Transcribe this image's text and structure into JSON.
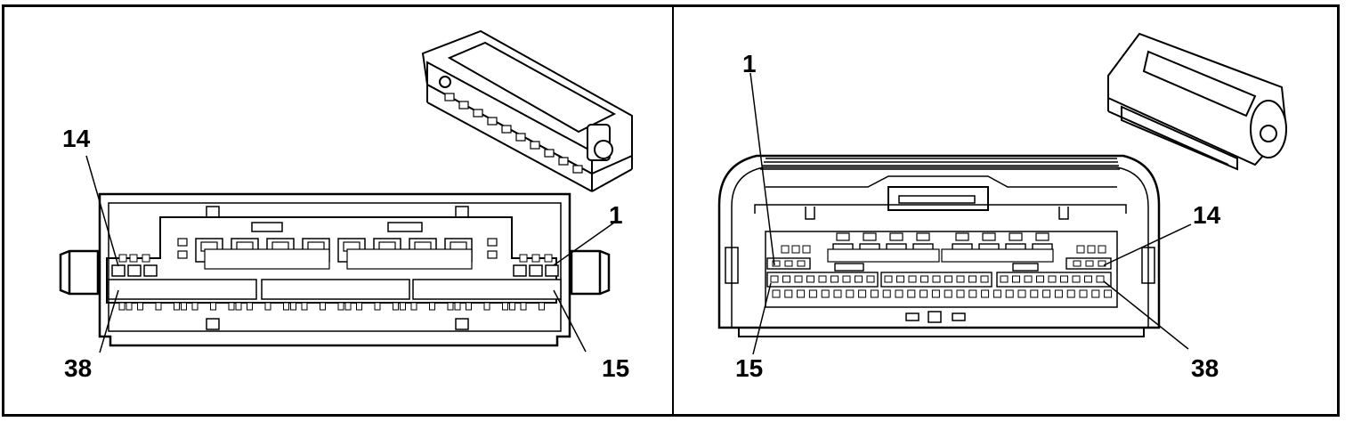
{
  "panels": [
    {
      "name": "left",
      "labels": {
        "top_left": "14",
        "top_right": "1",
        "bottom_left": "38",
        "bottom_right": "15"
      }
    },
    {
      "name": "right",
      "labels": {
        "top_left": "1",
        "top_right": "14",
        "bottom_left": "15",
        "bottom_right": "38"
      }
    }
  ],
  "colors": {
    "line": "#000000",
    "background": "#ffffff"
  }
}
